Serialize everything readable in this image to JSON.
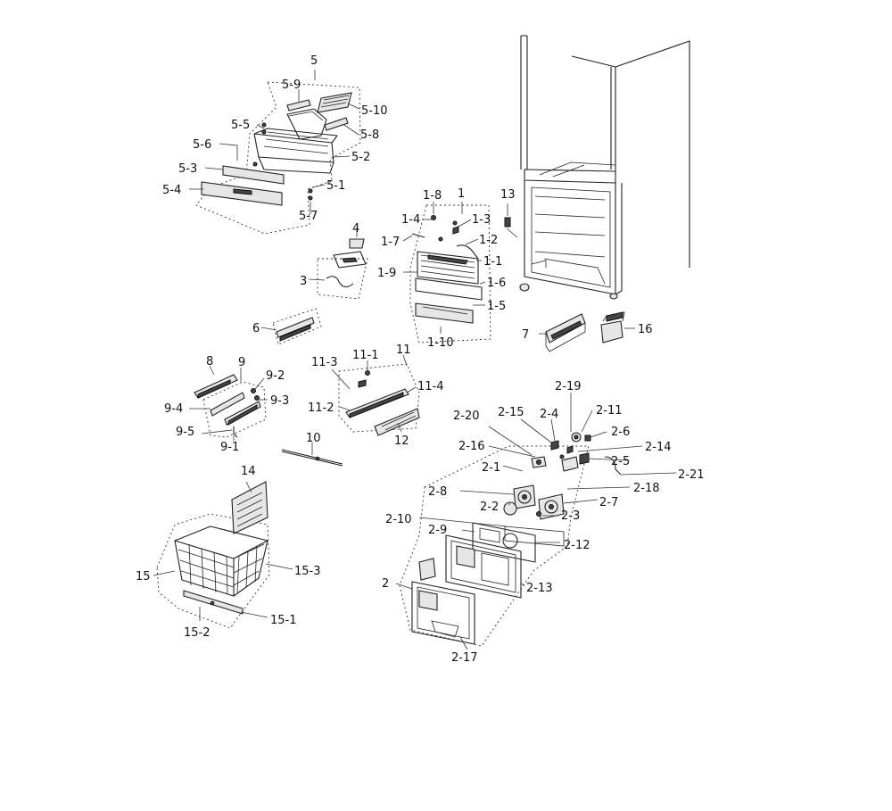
{
  "labels": {
    "l5": "5",
    "l5_9": "5-9",
    "l5_10": "5-10",
    "l5_5": "5-5",
    "l5_8": "5-8",
    "l5_6": "5-6",
    "l5_2": "5-2",
    "l5_3": "5-3",
    "l5_1": "5-1",
    "l5_4": "5-4",
    "l5_7": "5-7",
    "l4": "4",
    "l3": "3",
    "l6": "6",
    "l1_8": "1-8",
    "l1": "1",
    "l1_4": "1-4",
    "l1_3": "1-3",
    "l1_7": "1-7",
    "l1_2": "1-2",
    "l1_1": "1-1",
    "l1_9": "1-9",
    "l1_6": "1-6",
    "l1_5": "1-5",
    "l1_10": "1-10",
    "l13": "13",
    "l7": "7",
    "l16": "16",
    "l8": "8",
    "l9": "9",
    "l9_2": "9-2",
    "l9_3": "9-3",
    "l9_4": "9-4",
    "l9_5": "9-5",
    "l9_1": "9-1",
    "l11_3": "11-3",
    "l11_1": "11-1",
    "l11": "11",
    "l11_4": "11-4",
    "l11_2": "11-2",
    "l12": "12",
    "l10": "10",
    "l14": "14",
    "l15": "15",
    "l15_3": "15-3",
    "l15_2": "15-2",
    "l15_1": "15-1",
    "l2_19": "2-19",
    "l2_15": "2-15",
    "l2_4": "2-4",
    "l2_11": "2-11",
    "l2_20": "2-20",
    "l2_6": "2-6",
    "l2_16": "2-16",
    "l2_14": "2-14",
    "l2_5": "2-5",
    "l2_1": "2-1",
    "l2_21": "2-21",
    "l2_18": "2-18",
    "l2_8": "2-8",
    "l2_7": "2-7",
    "l2_2": "2-2",
    "l2_3": "2-3",
    "l2_10": "2-10",
    "l2_12": "2-12",
    "l2_9": "2-9",
    "l2_13": "2-13",
    "l2": "2",
    "l2_17": "2-17"
  }
}
